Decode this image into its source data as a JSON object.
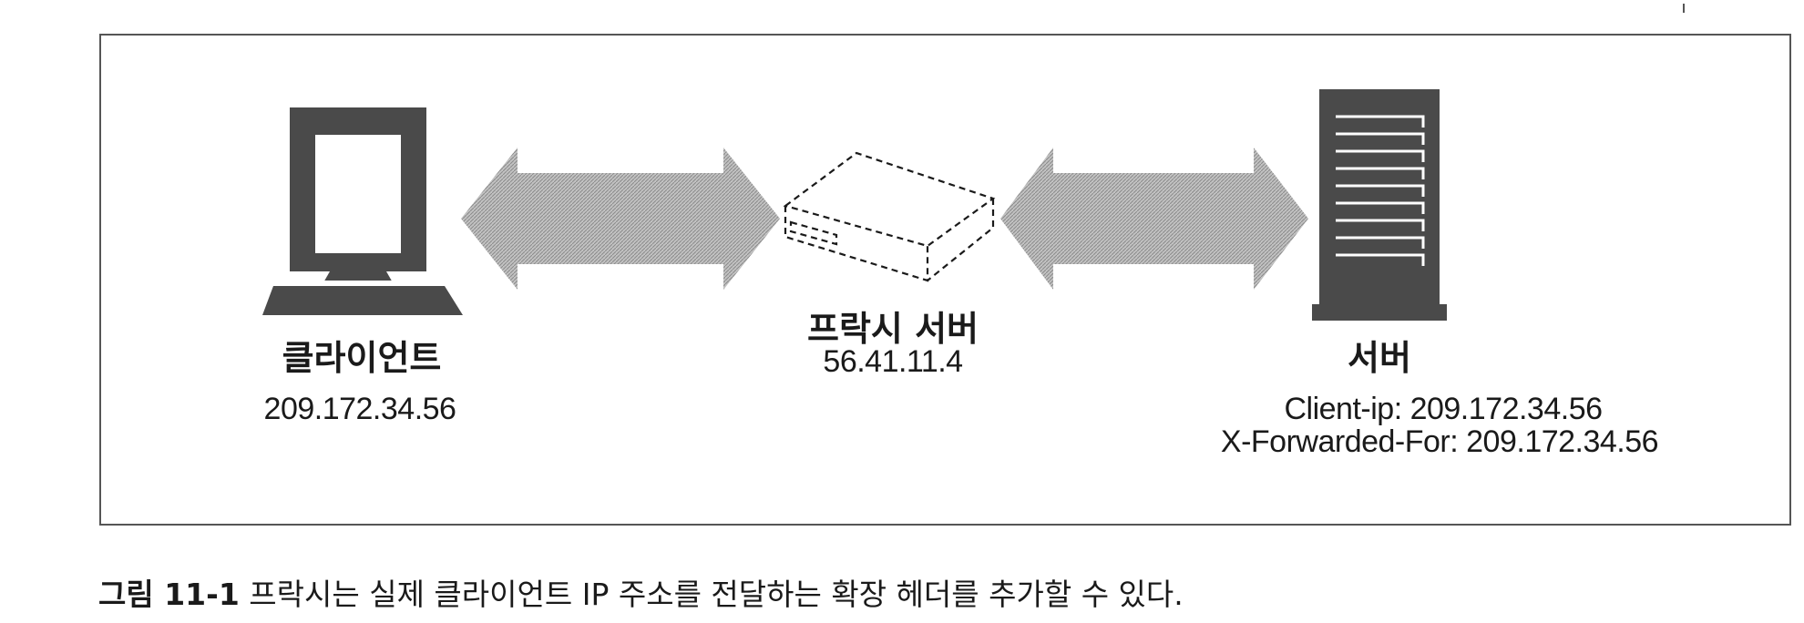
{
  "diagram": {
    "client": {
      "name": "클라이언트",
      "ip": "209.172.34.56"
    },
    "proxy": {
      "name": "프락시 서버",
      "ip": "56.41.11.4"
    },
    "server": {
      "name": "서버",
      "headers": [
        "Client-ip: 209.172.34.56",
        "X-Forwarded-For: 209.172.34.56"
      ]
    }
  },
  "caption": {
    "number": "그림 11-1",
    "text": "프락시는 실제 클라이언트 IP 주소를 전달하는 확장 헤더를 추가할 수 있다."
  },
  "colors": {
    "icon": "#4a4a4a",
    "arrow": "#b3b3b3",
    "frame": "#555555"
  }
}
